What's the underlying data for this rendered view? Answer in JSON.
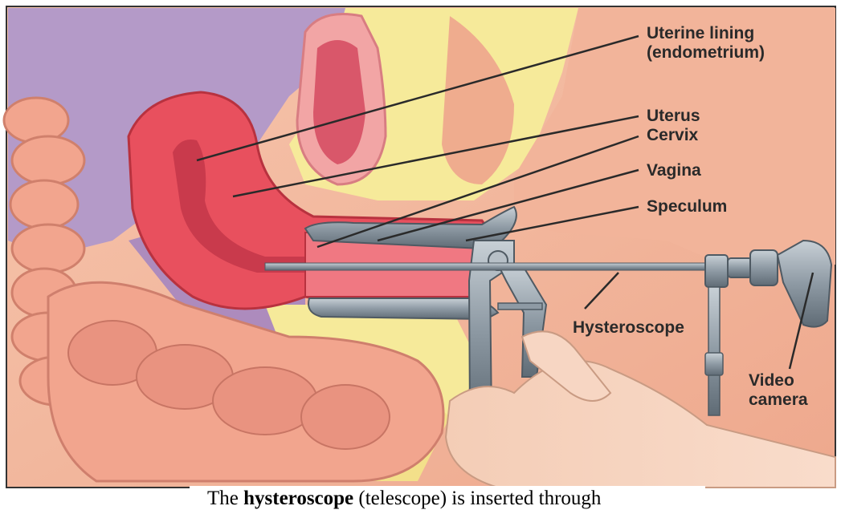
{
  "diagram": {
    "labels": {
      "uterine_lining_line1": "Uterine lining",
      "uterine_lining_line2": "(endometrium)",
      "uterus": "Uterus",
      "cervix": "Cervix",
      "vagina": "Vagina",
      "speculum": "Speculum",
      "hysteroscope": "Hysteroscope",
      "video_camera_line1": "Video",
      "video_camera_line2": "camera"
    },
    "caption": {
      "prefix": "The ",
      "bold": "hysteroscope",
      "suffix": " (telescope) is inserted through"
    }
  },
  "colors": {
    "background_skin": "#f2b49a",
    "uterus": "#e8505e",
    "uterine_cavity": "#c93a4c",
    "fat_tissue": "#f6ea9a",
    "peritoneum_purple": "#a88bbd",
    "instrument_steel": "#9aa6b0",
    "label_text": "#2a2a2a"
  }
}
